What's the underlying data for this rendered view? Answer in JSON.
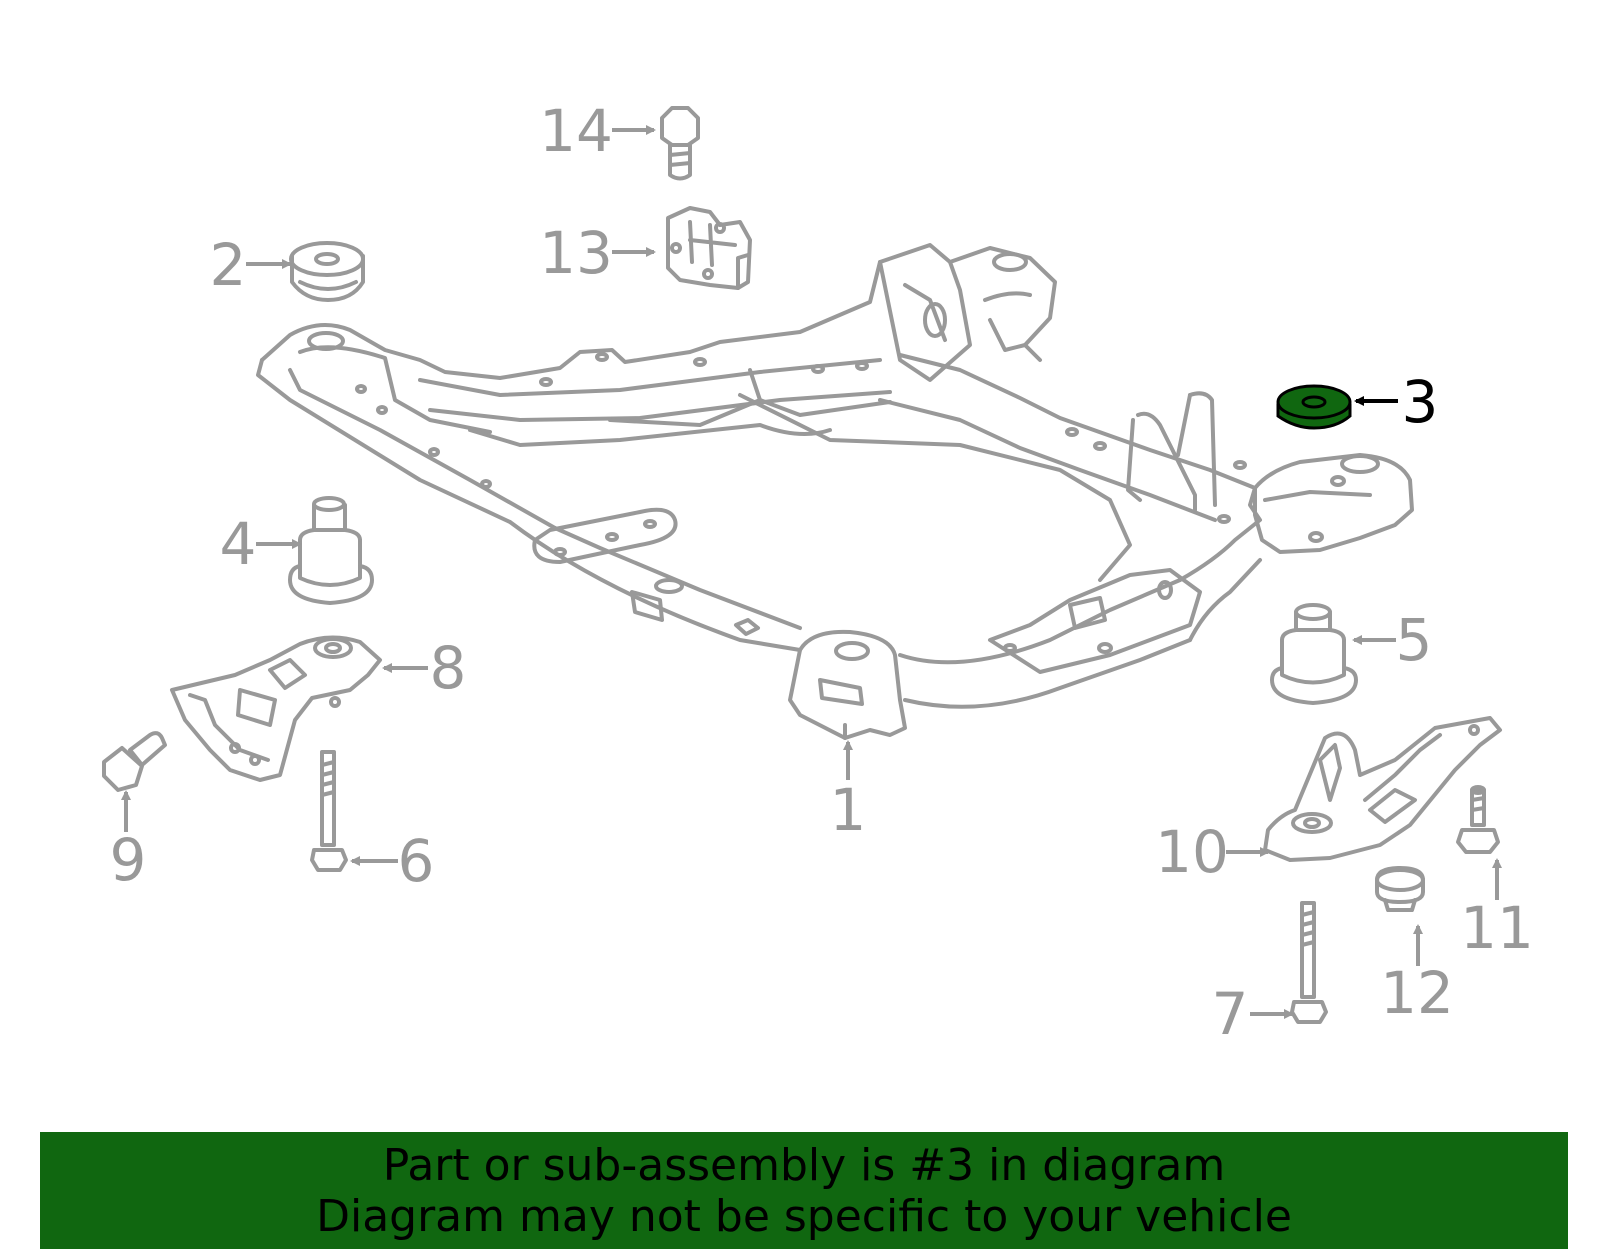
{
  "colors": {
    "line_gray": "#999999",
    "highlight_green": "#106710",
    "highlight_text": "#000000",
    "banner_bg": "#106710",
    "banner_text": "#000000"
  },
  "callouts": [
    {
      "id": "1",
      "label": "1"
    },
    {
      "id": "2",
      "label": "2"
    },
    {
      "id": "3",
      "label": "3",
      "highlighted": true
    },
    {
      "id": "4",
      "label": "4"
    },
    {
      "id": "5",
      "label": "5"
    },
    {
      "id": "6",
      "label": "6"
    },
    {
      "id": "7",
      "label": "7"
    },
    {
      "id": "8",
      "label": "8"
    },
    {
      "id": "9",
      "label": "9"
    },
    {
      "id": "10",
      "label": "10"
    },
    {
      "id": "11",
      "label": "11"
    },
    {
      "id": "12",
      "label": "12"
    },
    {
      "id": "13",
      "label": "13"
    },
    {
      "id": "14",
      "label": "14"
    }
  ],
  "banner": {
    "line1": "Part or sub-assembly is #3 in diagram",
    "line2": "Diagram may not be specific to your vehicle"
  }
}
